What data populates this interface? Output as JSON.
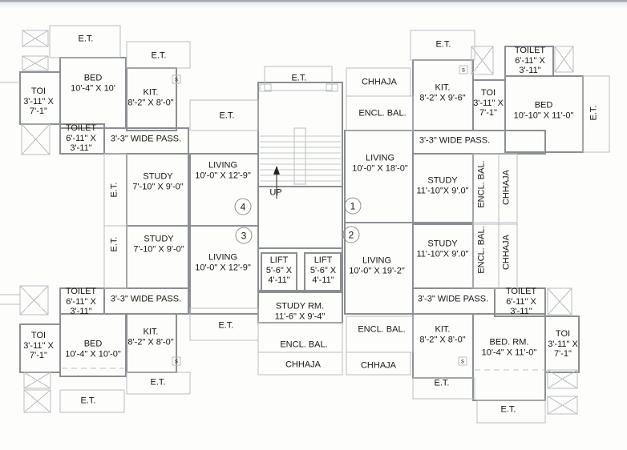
{
  "plan": {
    "up_label": "UP",
    "sink_label": "s",
    "flat_numbers": [
      "1",
      "2",
      "3",
      "4"
    ],
    "colors": {
      "wall": "#8c8f91",
      "light_line": "#b9bdbf",
      "text": "#161616"
    }
  },
  "core": {
    "et_top": "E.T.",
    "et_left": "E.T.",
    "et_bottom": "E.T.",
    "chhaja_top": "CHHAJA",
    "encl_bal_top": "ENCL. BAL.",
    "lift1": {
      "name": "LIFT",
      "dims": "5'-6\" X 4'-11\""
    },
    "lift2": {
      "name": "LIFT",
      "dims": "5'-6\" X 4'-11\""
    },
    "study_rm": {
      "name": "STUDY RM.",
      "dims": "11'-6\" X 9'-4\""
    },
    "encl_bal_bottom_center": "ENCL. BAL.",
    "chhaja_bottom_center": "CHHAJA",
    "encl_bal_bottom_right": "ENCL. BAL.",
    "chhaja_bottom_right": "CHHAJA"
  },
  "flats": {
    "top_left": {
      "et_bed": "E.T.",
      "et_kit": "E.T.",
      "et_side": "E.T.",
      "bed": {
        "name": "BED",
        "dims": "10'-4\" X 10'"
      },
      "kit": {
        "name": "KIT.",
        "dims": "8'-2\" X 8'-0\""
      },
      "toi": {
        "name": "TOI",
        "dims": "3'-11\" X 7'-1\""
      },
      "toilet": {
        "name": "TOILET",
        "dims": "6'-11\" X 3'-11\""
      },
      "passage": "3'-3\" WIDE PASS.",
      "study": {
        "name": "STUDY",
        "dims": "7'-10\" X 9'-0\""
      },
      "living": {
        "name": "LIVING",
        "dims": "10'-0\" X 12'-9\""
      }
    },
    "top_right": {
      "et_kit": "E.T.",
      "et_side": "E.T.",
      "kit": {
        "name": "KIT.",
        "dims": "8'-2\" X 9'-6\""
      },
      "toi": {
        "name": "TOI",
        "dims": "3'-11\" X 7'-1\""
      },
      "toilet": {
        "name": "TOILET",
        "dims": "6'-11\" X 3'-11\""
      },
      "bed": {
        "name": "BED",
        "dims": "10'-10\" X 11'-0\""
      },
      "passage": "3'-3\" WIDE PASS.",
      "study": {
        "name": "STUDY",
        "dims": "11'-10\"X 9'.0\""
      },
      "encl_bal": "ENCL. BAL.",
      "chhaja": "CHHAJA",
      "living": {
        "name": "LIVING",
        "dims": "10'-0\" X 18'-0\""
      }
    },
    "bottom_left": {
      "et_bed": "E.T.",
      "et_kit": "E.T.",
      "et_side": "E.T.",
      "bed": {
        "name": "BED",
        "dims": "10'-4\" X 10'-0\""
      },
      "kit": {
        "name": "KIT.",
        "dims": "8'-2\" X 8'-0\""
      },
      "toi": {
        "name": "TOI",
        "dims": "3'-11\" X 7'-1\""
      },
      "toilet": {
        "name": "TOILET",
        "dims": "6'-11\" X 3'-11\""
      },
      "passage": "3'-3\" WIDE PASS.",
      "study": {
        "name": "STUDY",
        "dims": "7'-10\" X 9'-0\""
      },
      "living": {
        "name": "LIVING",
        "dims": "10'-0\" X 12'-9\""
      }
    },
    "bottom_right": {
      "et_bed": "E.T.",
      "et_kit": "E.T.",
      "kit": {
        "name": "KIT.",
        "dims": "8'-2\" X 8'-0\""
      },
      "toi": {
        "name": "TOI",
        "dims": "3'-11\" X 7'-1\""
      },
      "toilet": {
        "name": "TOILET",
        "dims": "6'-11\" X 3'-11\""
      },
      "bed": {
        "name": "BED. RM.",
        "dims": "10'-4\" X 11'-0\""
      },
      "passage": "3'-3\" WIDE PASS.",
      "study": {
        "name": "STUDY",
        "dims": "11'-10\"X 9'.0\""
      },
      "encl_bal": "ENCL. BAL.",
      "chhaja": "CHHAJA",
      "living": {
        "name": "LIVING",
        "dims": "10'-0\" X 19'-2\""
      }
    }
  }
}
